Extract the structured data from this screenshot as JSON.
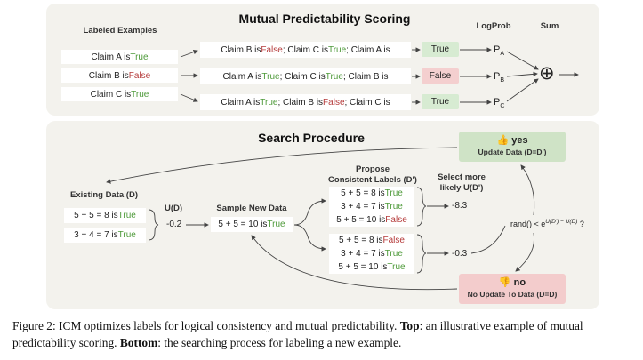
{
  "top": {
    "title": "Mutual Predictability Scoring",
    "labeled_examples_header": "Labeled Examples",
    "logprob_header": "LogProb",
    "sum_header": "Sum",
    "examples": [
      {
        "prefix": "Claim A is ",
        "value": "True",
        "kind": "true"
      },
      {
        "prefix": "Claim B is ",
        "value": "False",
        "kind": "false"
      },
      {
        "prefix": "Claim C is ",
        "value": "True",
        "kind": "true"
      }
    ],
    "contexts": [
      [
        {
          "t": "Claim B is ",
          "k": ""
        },
        {
          "t": "False",
          "k": "false"
        },
        {
          "t": "; Claim C is ",
          "k": ""
        },
        {
          "t": "True",
          "k": "true"
        },
        {
          "t": "; Claim A is",
          "k": ""
        }
      ],
      [
        {
          "t": "Claim A is ",
          "k": ""
        },
        {
          "t": "True",
          "k": "true"
        },
        {
          "t": "; Claim C is ",
          "k": ""
        },
        {
          "t": "True",
          "k": "true"
        },
        {
          "t": "; Claim B is",
          "k": ""
        }
      ],
      [
        {
          "t": "Claim A is ",
          "k": ""
        },
        {
          "t": "True",
          "k": "true"
        },
        {
          "t": "; Claim B is ",
          "k": ""
        },
        {
          "t": "False",
          "k": "false"
        },
        {
          "t": "; Claim C is",
          "k": ""
        }
      ]
    ],
    "predictions": [
      {
        "label": "True",
        "kind": "true",
        "p": "P",
        "sub": "A"
      },
      {
        "label": "False",
        "kind": "false",
        "p": "P",
        "sub": "B"
      },
      {
        "label": "True",
        "kind": "true",
        "p": "P",
        "sub": "C"
      }
    ],
    "sum_symbol": "⊕"
  },
  "bottom": {
    "title": "Search Procedure",
    "existing_header": "Existing Data (D)",
    "existing": [
      {
        "prefix": "5 + 5 = 8 is ",
        "value": "True",
        "kind": "true"
      },
      {
        "prefix": "3 + 4 = 7 is ",
        "value": "True",
        "kind": "true"
      }
    ],
    "ud_header": "U(D)",
    "ud_value": "-0.2",
    "sample_header": "Sample New Data",
    "sample": {
      "prefix": "5 + 5 = 10 is ",
      "value": "True",
      "kind": "true"
    },
    "propose_header": "Propose\nConsistent Labels (D')",
    "set1": [
      {
        "prefix": "5 + 5 = 8 is ",
        "value": "True",
        "kind": "true"
      },
      {
        "prefix": "3 + 4 = 7 is ",
        "value": "True",
        "kind": "true"
      },
      {
        "prefix": "5 + 5 = 10 is ",
        "value": "False",
        "kind": "false"
      }
    ],
    "set2": [
      {
        "prefix": "5 + 5 = 8 is ",
        "value": "False",
        "kind": "false"
      },
      {
        "prefix": "3 + 4 = 7 is ",
        "value": "True",
        "kind": "true"
      },
      {
        "prefix": "5 + 5 = 10 is ",
        "value": "True",
        "kind": "true"
      }
    ],
    "select_header": "Select more\nlikely U(D')",
    "score1": "-8.3",
    "score2": "-0.3",
    "rand_text": "rand() < e",
    "rand_exp": "U(D') − U(D)",
    "rand_q": " ?",
    "yes": {
      "icon": "👍",
      "title": "yes",
      "subtitle": "Update Data (D=D')",
      "color": "#cfe3c6"
    },
    "no": {
      "icon": "👎",
      "title": "no",
      "subtitle": "No Update To Data (D=D)",
      "color": "#f3cccc"
    }
  },
  "caption": {
    "part1": "Figure 2: ICM optimizes labels for logical consistency and mutual predictability. ",
    "bold1": "Top",
    "part2": ": an illustrative example of mutual predictability scoring. ",
    "bold2": "Bottom",
    "part3": ": the searching process for labeling a new example."
  },
  "colors": {
    "panel": "#f3f2ed",
    "true_text": "#4e9a3a",
    "false_text": "#b53a3a",
    "true_fill": "#d7ebd2",
    "false_fill": "#f4cfcf"
  }
}
